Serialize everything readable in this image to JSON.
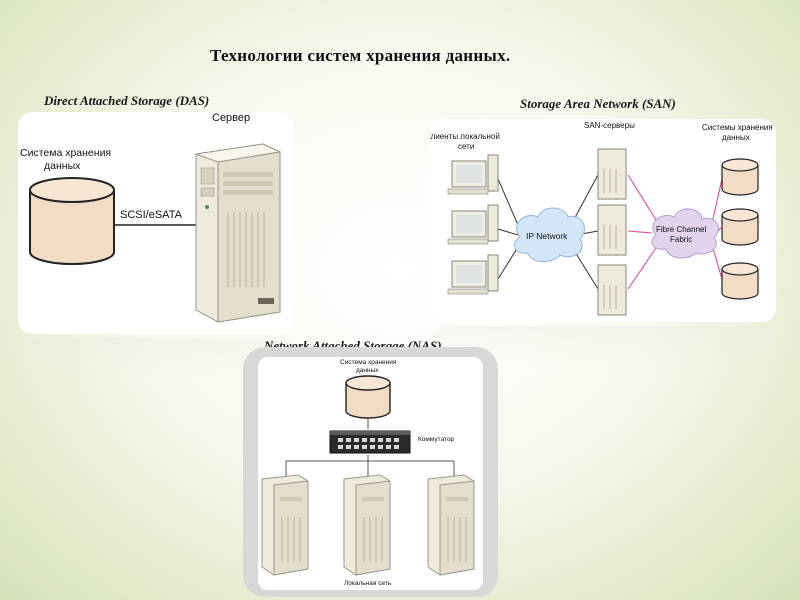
{
  "title": "Технологии систем хранения данных.",
  "das": {
    "label": "Direct Attached Storage (DAS)",
    "server": "Сервер",
    "storage_line1": "Система хранения",
    "storage_line2": "данных",
    "connection": "SCSI/eSATA"
  },
  "san": {
    "label": "Storage Area Network (SAN)",
    "clients_line1": "Клиенты локальной",
    "clients_line2": "сети",
    "servers": "SAN-серверы",
    "storage_line1": "Системы хранения",
    "storage_line2": "данных",
    "ip_network": "IP Network",
    "fc_line1": "Fibre Channel",
    "fc_line2": "Fabric"
  },
  "nas": {
    "label": "Network Attached Storage (NAS)",
    "storage_line1": "Система хранения",
    "storage_line2": "данных",
    "switch": "Коммутатор",
    "lan": "Локальная сеть"
  },
  "colors": {
    "cylinder_fill": "#f3dcc6",
    "ip_cloud": "#d2e6f7",
    "fc_cloud": "#e3d3ec",
    "fc_link": "#d94f98",
    "ip_link": "#333333",
    "nas_frame": "#d8d8d6"
  }
}
